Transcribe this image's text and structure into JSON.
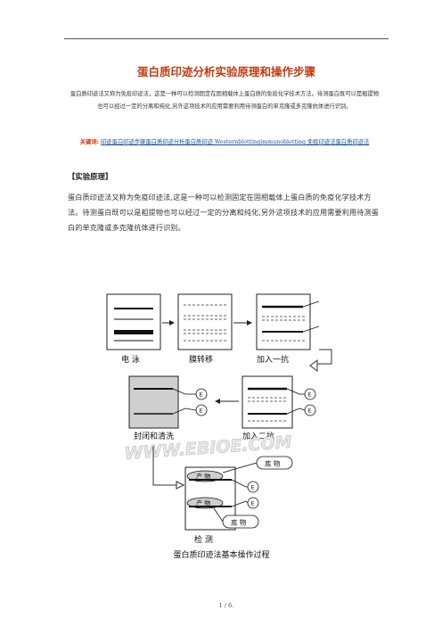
{
  "header": {
    "mark": "."
  },
  "title": "蛋白质印迹分析实验原理和操作步骤",
  "abstract": "蛋白质印迹法又称为免疫印迹法，这是一种可以检测固定在固相载体上蛋白质的免疫化学技术方法。待测蛋白既可以是粗提物也可以经过一定的分离和纯化,另外这项技术的应用需要利用待测蛋白的单克隆或多克隆抗体进行识别。",
  "keywords": {
    "label": "关键词:",
    "text": "印迹蛋白印迹步骤蛋白质印迹分析蛋白质印迹 Westernblottingimmunoblotting 免疫印迹法蛋白质印迹法"
  },
  "section": {
    "heading": "【实验原理】",
    "body": "蛋白质印迹法又称为免疫印迹法,这是一种可以检测固定在固相载体上蛋白质的免疫化学技术方法。待测蛋白既可以是粗提物也可以经过一定的分离和纯化,另外这项技术的应用需要利用待测蛋白的单克隆或多克隆抗体进行识别。"
  },
  "diagram": {
    "labels": {
      "electrophoresis": "电  泳",
      "transfer": "膜转移",
      "primary": "加入一抗",
      "block_wash": "封闭和清洗",
      "secondary": "加入二抗",
      "detect": "检  测",
      "substrate_top": "底  物",
      "product_top": "产  物",
      "product_bottom": "产  物",
      "substrate_bottom": "底  物",
      "enzyme": "E"
    },
    "watermark": "WWW.EBIOE.COM",
    "caption": "蛋白质印迹法基本操作过程"
  },
  "footer": {
    "page": "1 / 6."
  }
}
